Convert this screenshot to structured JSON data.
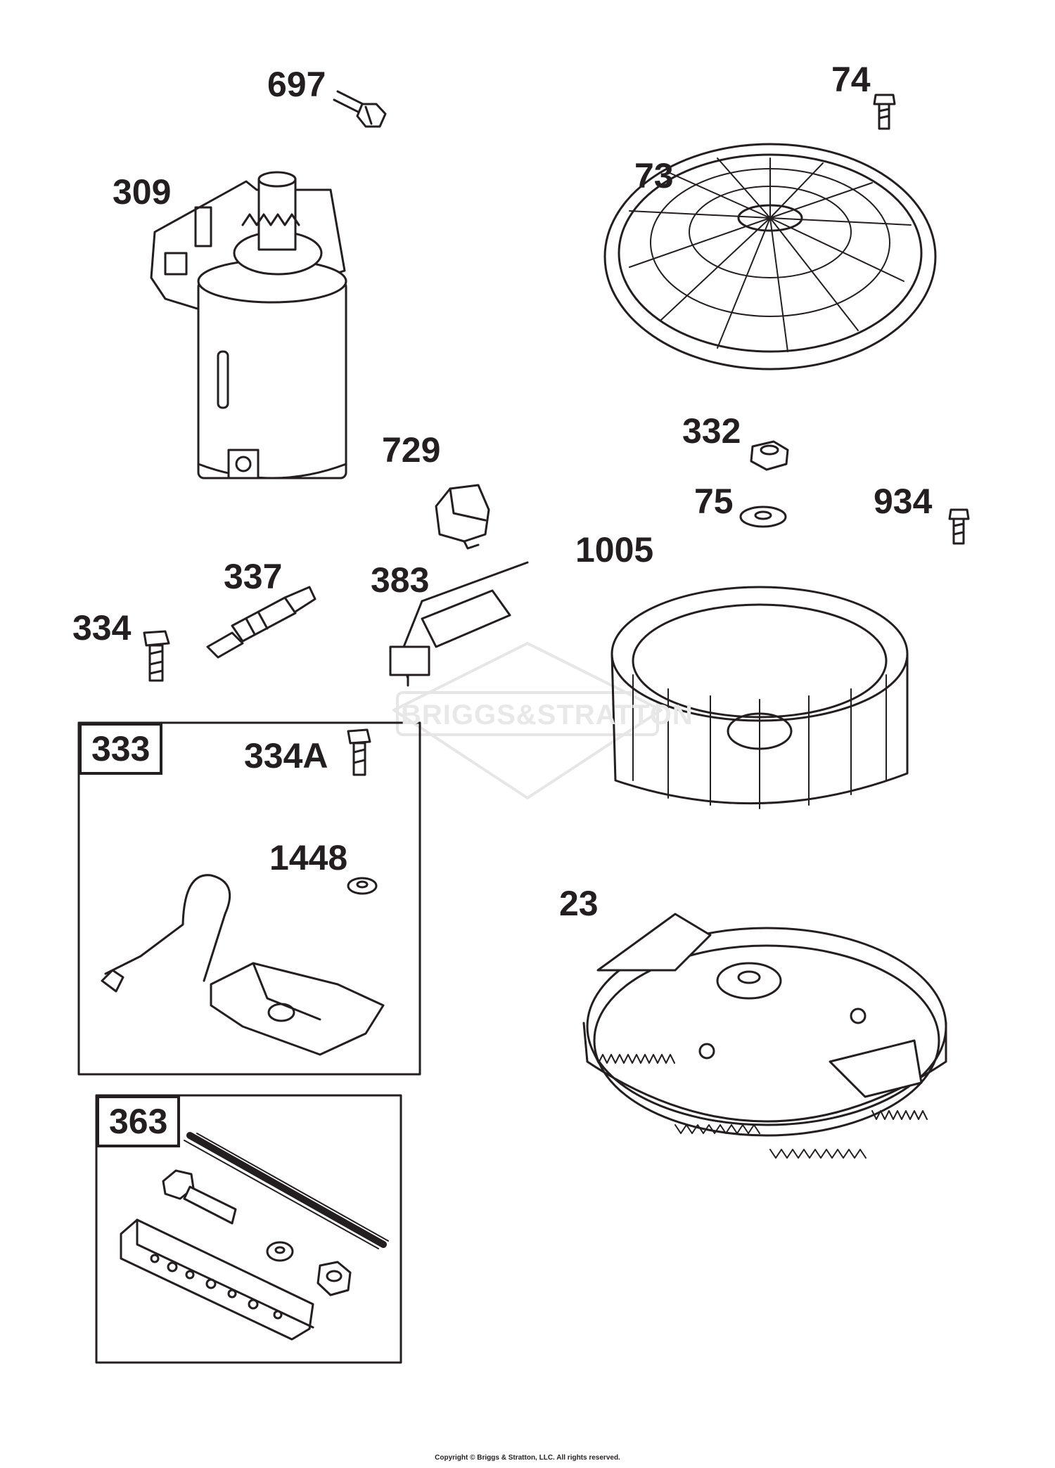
{
  "parts": {
    "p697": "697",
    "p74": "74",
    "p309": "309",
    "p73": "73",
    "p729": "729",
    "p332": "332",
    "p75": "75",
    "p934": "934",
    "p337": "337",
    "p383": "383",
    "p1005": "1005",
    "p334": "334",
    "p333": "333",
    "p334A": "334A",
    "p1448": "1448",
    "p23": "23",
    "p363": "363"
  },
  "watermark": "BRIGGS&STRATTON",
  "copyright": "Copyright © Briggs & Stratton, LLC. All rights reserved.",
  "colors": {
    "ink": "#231f20",
    "watermark": "#e0e0e0"
  }
}
